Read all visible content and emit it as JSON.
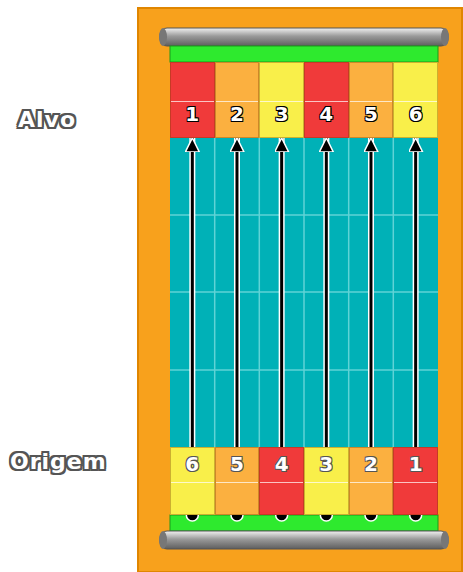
{
  "diagram": {
    "nodes": [
      {
        "text": [
          "1"
        ]
      },
      {
        "text": [
          "2"
        ]
      },
      {
        "text": [
          "3"
        ]
      },
      {
        "text": [
          "4"
        ]
      },
      {
        "text": [
          "5"
        ]
      },
      {
        "text": [
          "6"
        ]
      },
      {
        "text": [
          "6"
        ]
      },
      {
        "text": [
          "5"
        ]
      },
      {
        "text": [
          "4"
        ]
      },
      {
        "text": [
          "3"
        ]
      },
      {
        "text": [
          "2"
        ]
      },
      {
        "text": [
          "1"
        ]
      }
    ],
    "edges": [
      {
        "from": 6,
        "to": 0,
        "arrow": "to"
      },
      {
        "from": 7,
        "to": 1,
        "arrow": "to"
      },
      {
        "from": 8,
        "to": 2,
        "arrow": "to"
      },
      {
        "from": 9,
        "to": 3,
        "arrow": "to"
      },
      {
        "from": 10,
        "to": 4,
        "arrow": "to"
      },
      {
        "from": 11,
        "to": 5,
        "arrow": "to"
      }
    ],
    "labels": [
      "Alvo",
      "Origem"
    ]
  }
}
